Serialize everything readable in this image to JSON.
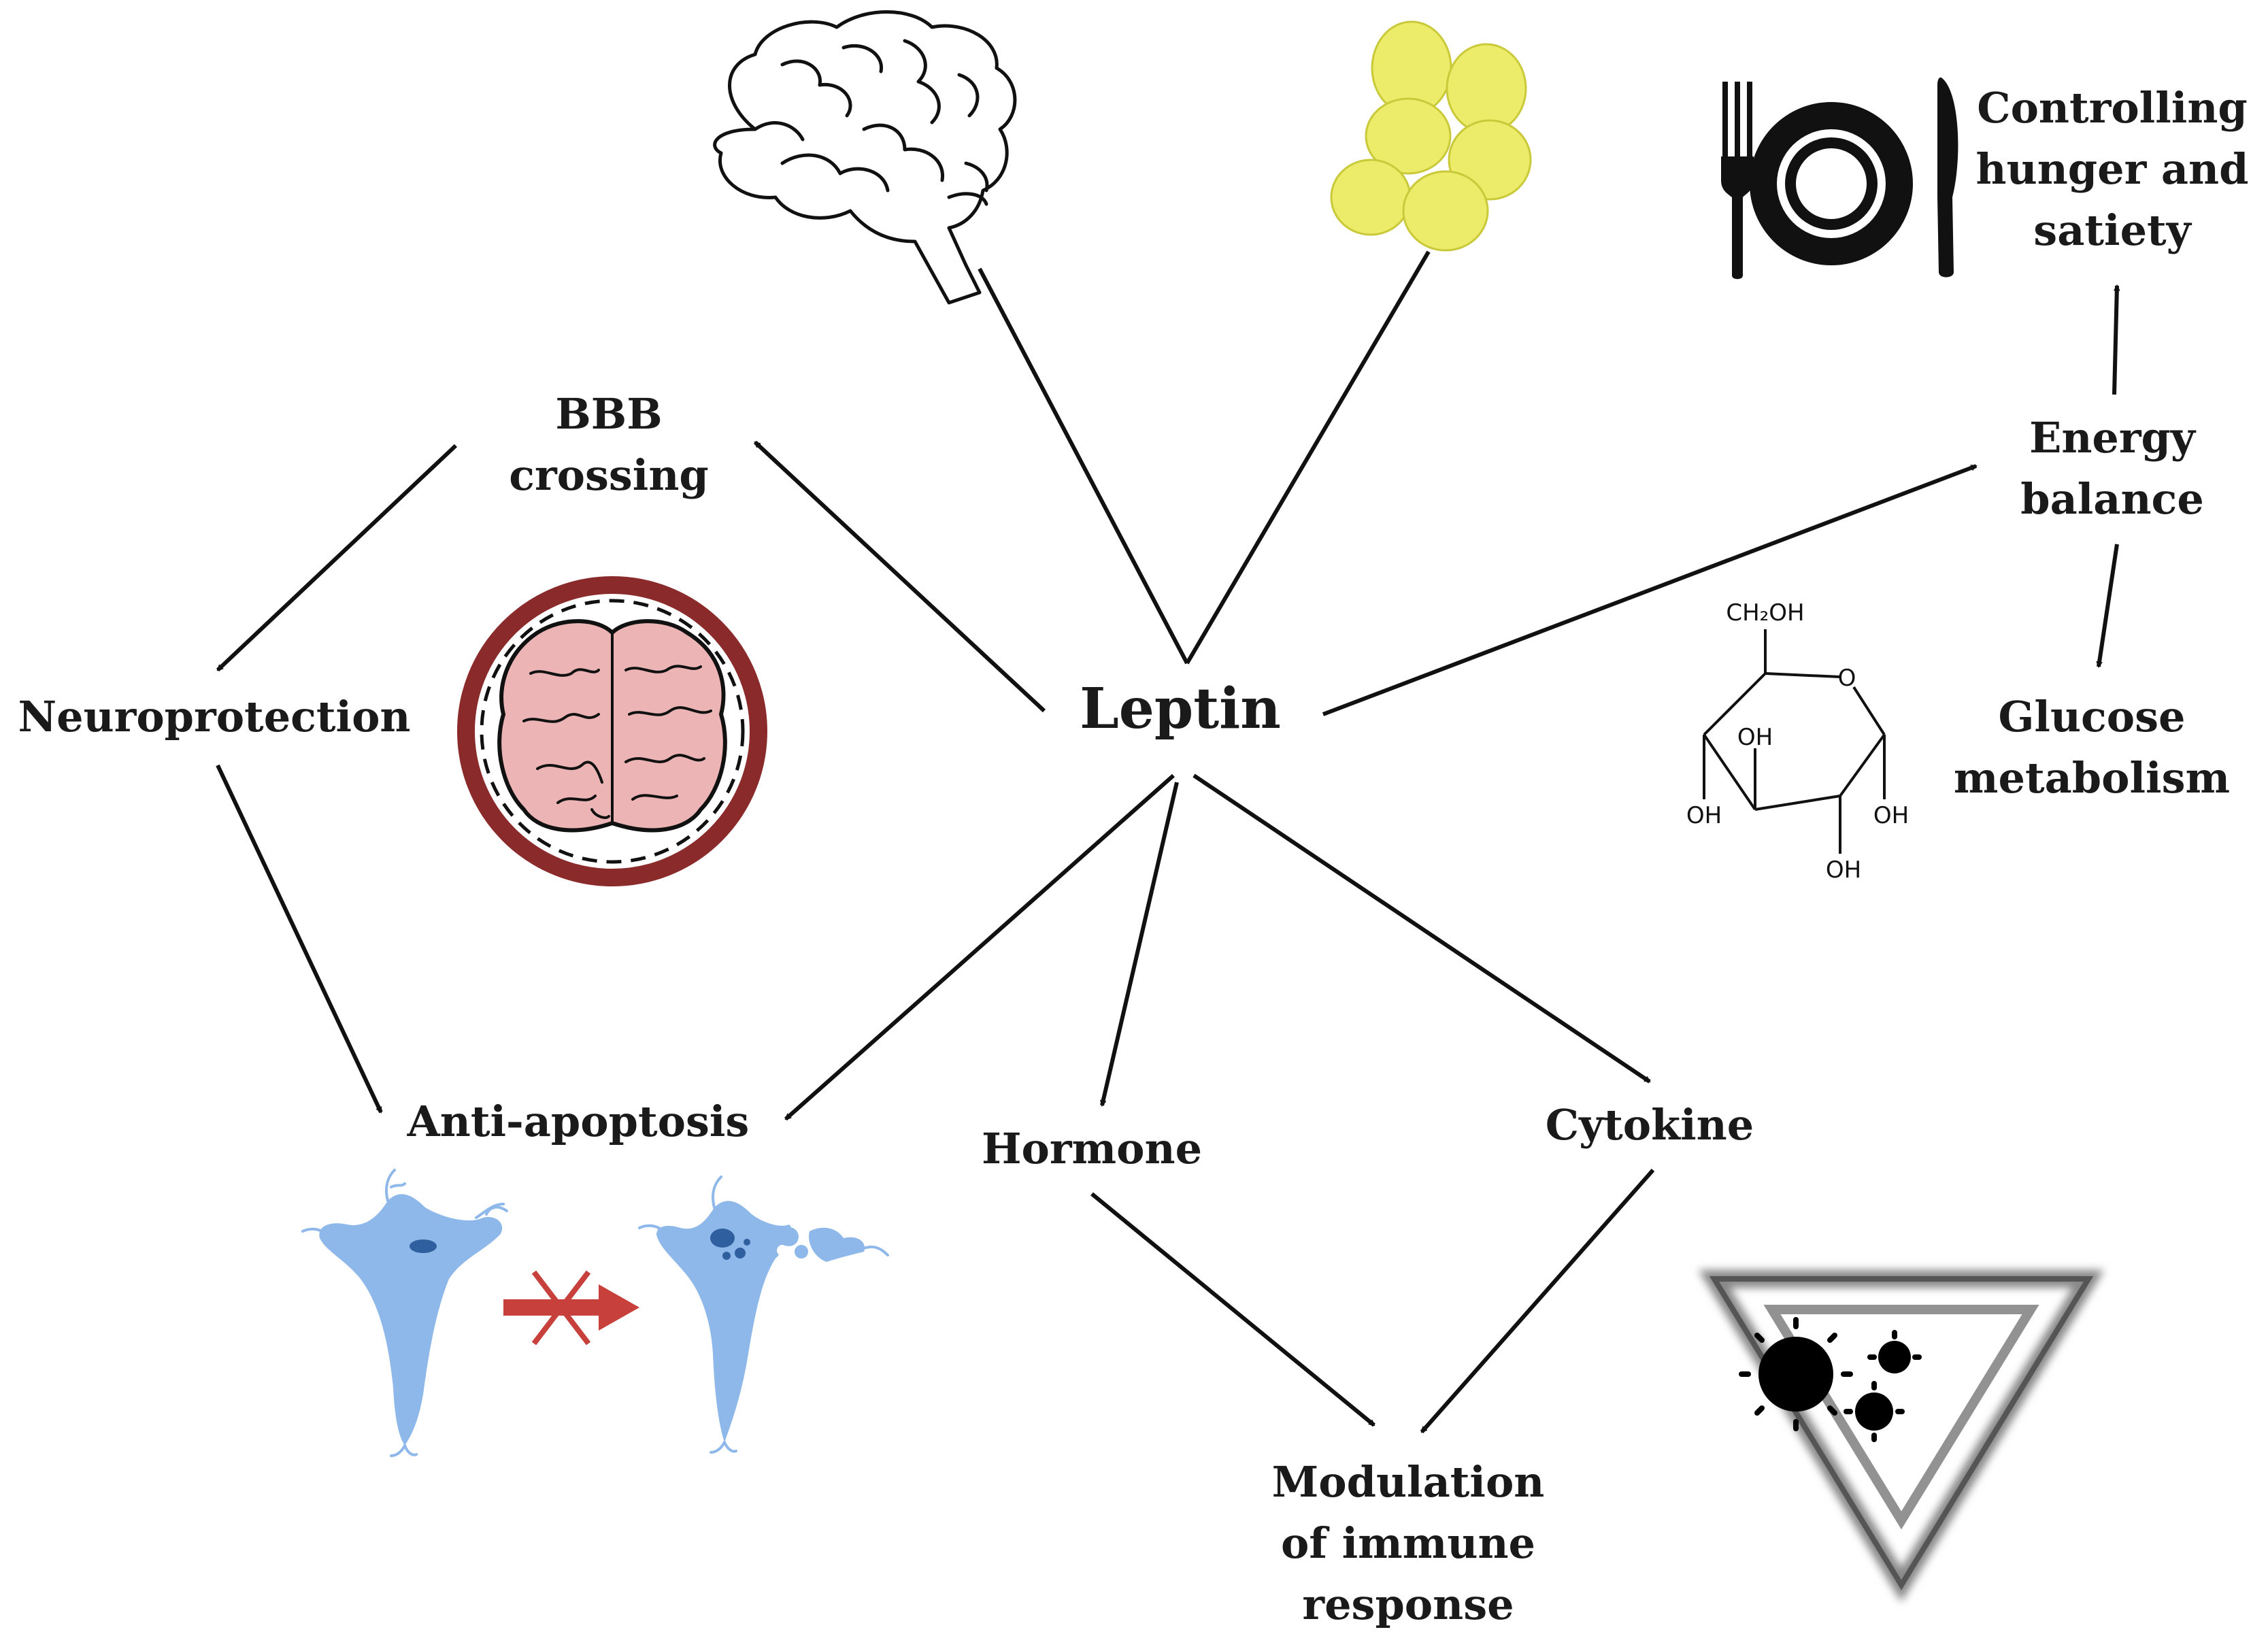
{
  "diagram": {
    "center": {
      "label": "Leptin"
    },
    "nodes": {
      "bbb_line1": "BBB",
      "bbb_line2": "crossing",
      "neuroprotection": "Neuroprotection",
      "anti_apoptosis": "Anti-apoptosis",
      "hormone": "Hormone",
      "cytokine": "Cytokine",
      "modulation_line1": "Modulation",
      "modulation_line2": "of immune",
      "modulation_line3": "response",
      "energy_line1": "Energy",
      "energy_line2": "balance",
      "glucose_line1": "Glucose",
      "glucose_line2": "metabolism",
      "hunger_line1": "Controlling",
      "hunger_line2": "hunger and",
      "hunger_line3": "satiety"
    },
    "glucose_molecule": {
      "ch2oh": "CH₂OH",
      "ring_o": "O",
      "oh": "OH"
    },
    "icons": [
      "brain-outline-icon",
      "adipocytes-icon",
      "plate-cutlery-icon",
      "brain-in-barrier-icon",
      "glucose-molecule-icon",
      "neuron-icon",
      "apoptotic-neuron-icon",
      "blocked-arrow-icon",
      "immune-triangle-icon"
    ],
    "colors": {
      "text": "#1a1a1a",
      "fat_cells": "#ecec6a",
      "barrier_ring": "#8b2a2a",
      "brain_fill": "#ecb4b4",
      "neuron": "#8fb8ea",
      "blocked_arrow": "#c8403c"
    }
  }
}
